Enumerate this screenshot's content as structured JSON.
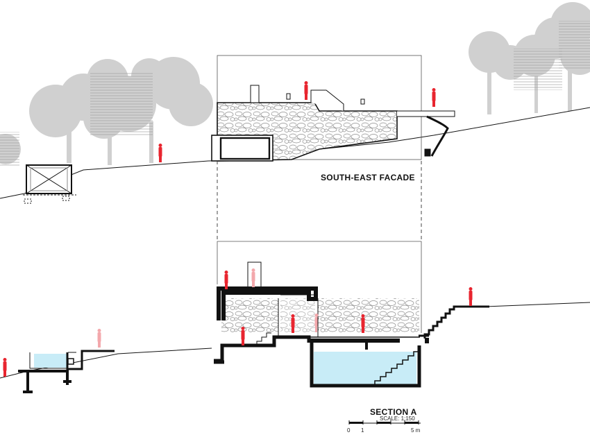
{
  "facade": {
    "title": "SOUTH-EAST FACADE"
  },
  "section": {
    "title": "SECTION A",
    "scale": "SCALE: 1:150",
    "scalebar": {
      "ticks": [
        "0",
        "1",
        "5 m"
      ]
    }
  },
  "colors": {
    "figure": "#e8252f",
    "figure_ghost": "#f3a8ac",
    "tree": "#cfcfcf",
    "stone": "#9a9a9a",
    "water": "#c8ecf7",
    "line": "#111111"
  }
}
